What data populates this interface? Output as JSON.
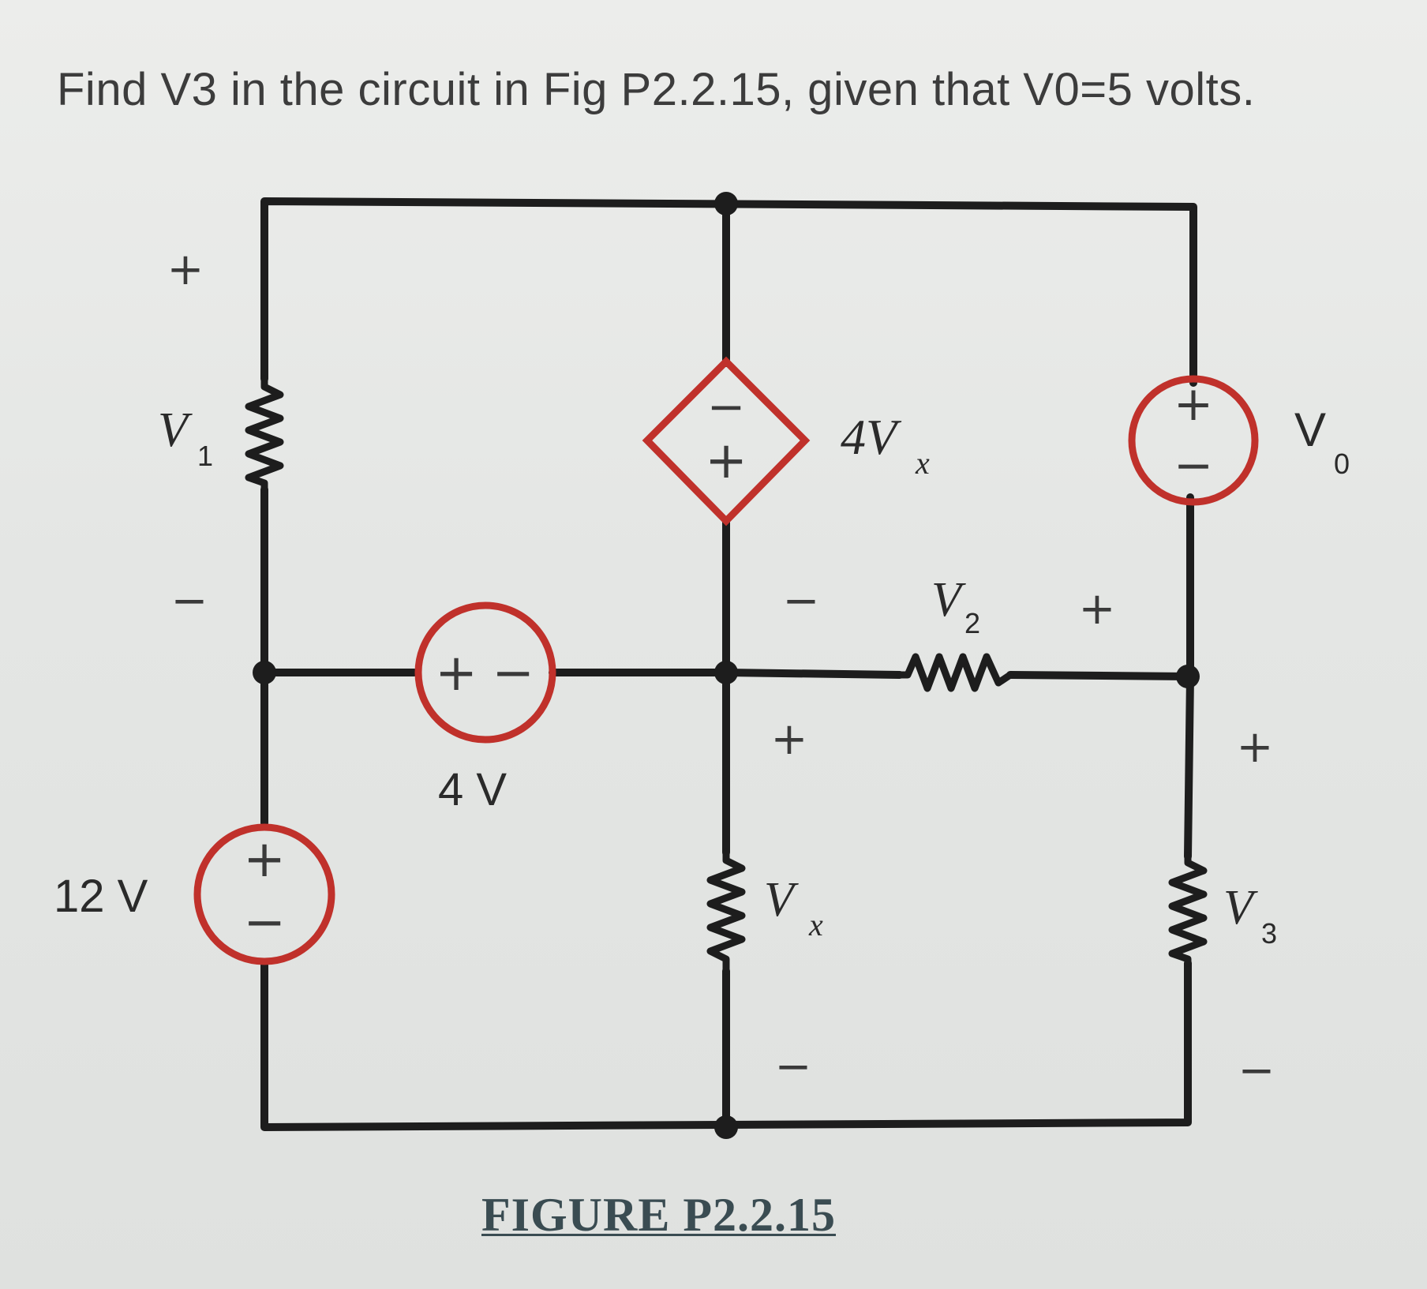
{
  "question": {
    "text": "Find V3 in the circuit in Fig P2.2.15, given that V0=5 volts."
  },
  "figure": {
    "caption": "FIGURE P2.2.15",
    "colors": {
      "wire": "#1d1d1d",
      "source": "#c0312b",
      "text": "#2a2a2a"
    },
    "labels": {
      "v1": "V",
      "v1_sub": "1",
      "v1_plus": "+",
      "v1_minus": "−",
      "v2": "V",
      "v2_sub": "2",
      "v2_plus": "+",
      "vx": "V",
      "vx_sub": "x",
      "vx_plus": "+",
      "vx_minus": "−",
      "dep_value": "4V",
      "dep_sub": "x",
      "dep_minus": "−",
      "v0": "V",
      "v0_sub": "0",
      "v3": "V",
      "v3_sub": "3",
      "v3_plus": "+",
      "v3_minus": "−",
      "src_12": "12 V",
      "src_4": "4 V",
      "src_plus": "+",
      "src_minus": "−"
    }
  }
}
